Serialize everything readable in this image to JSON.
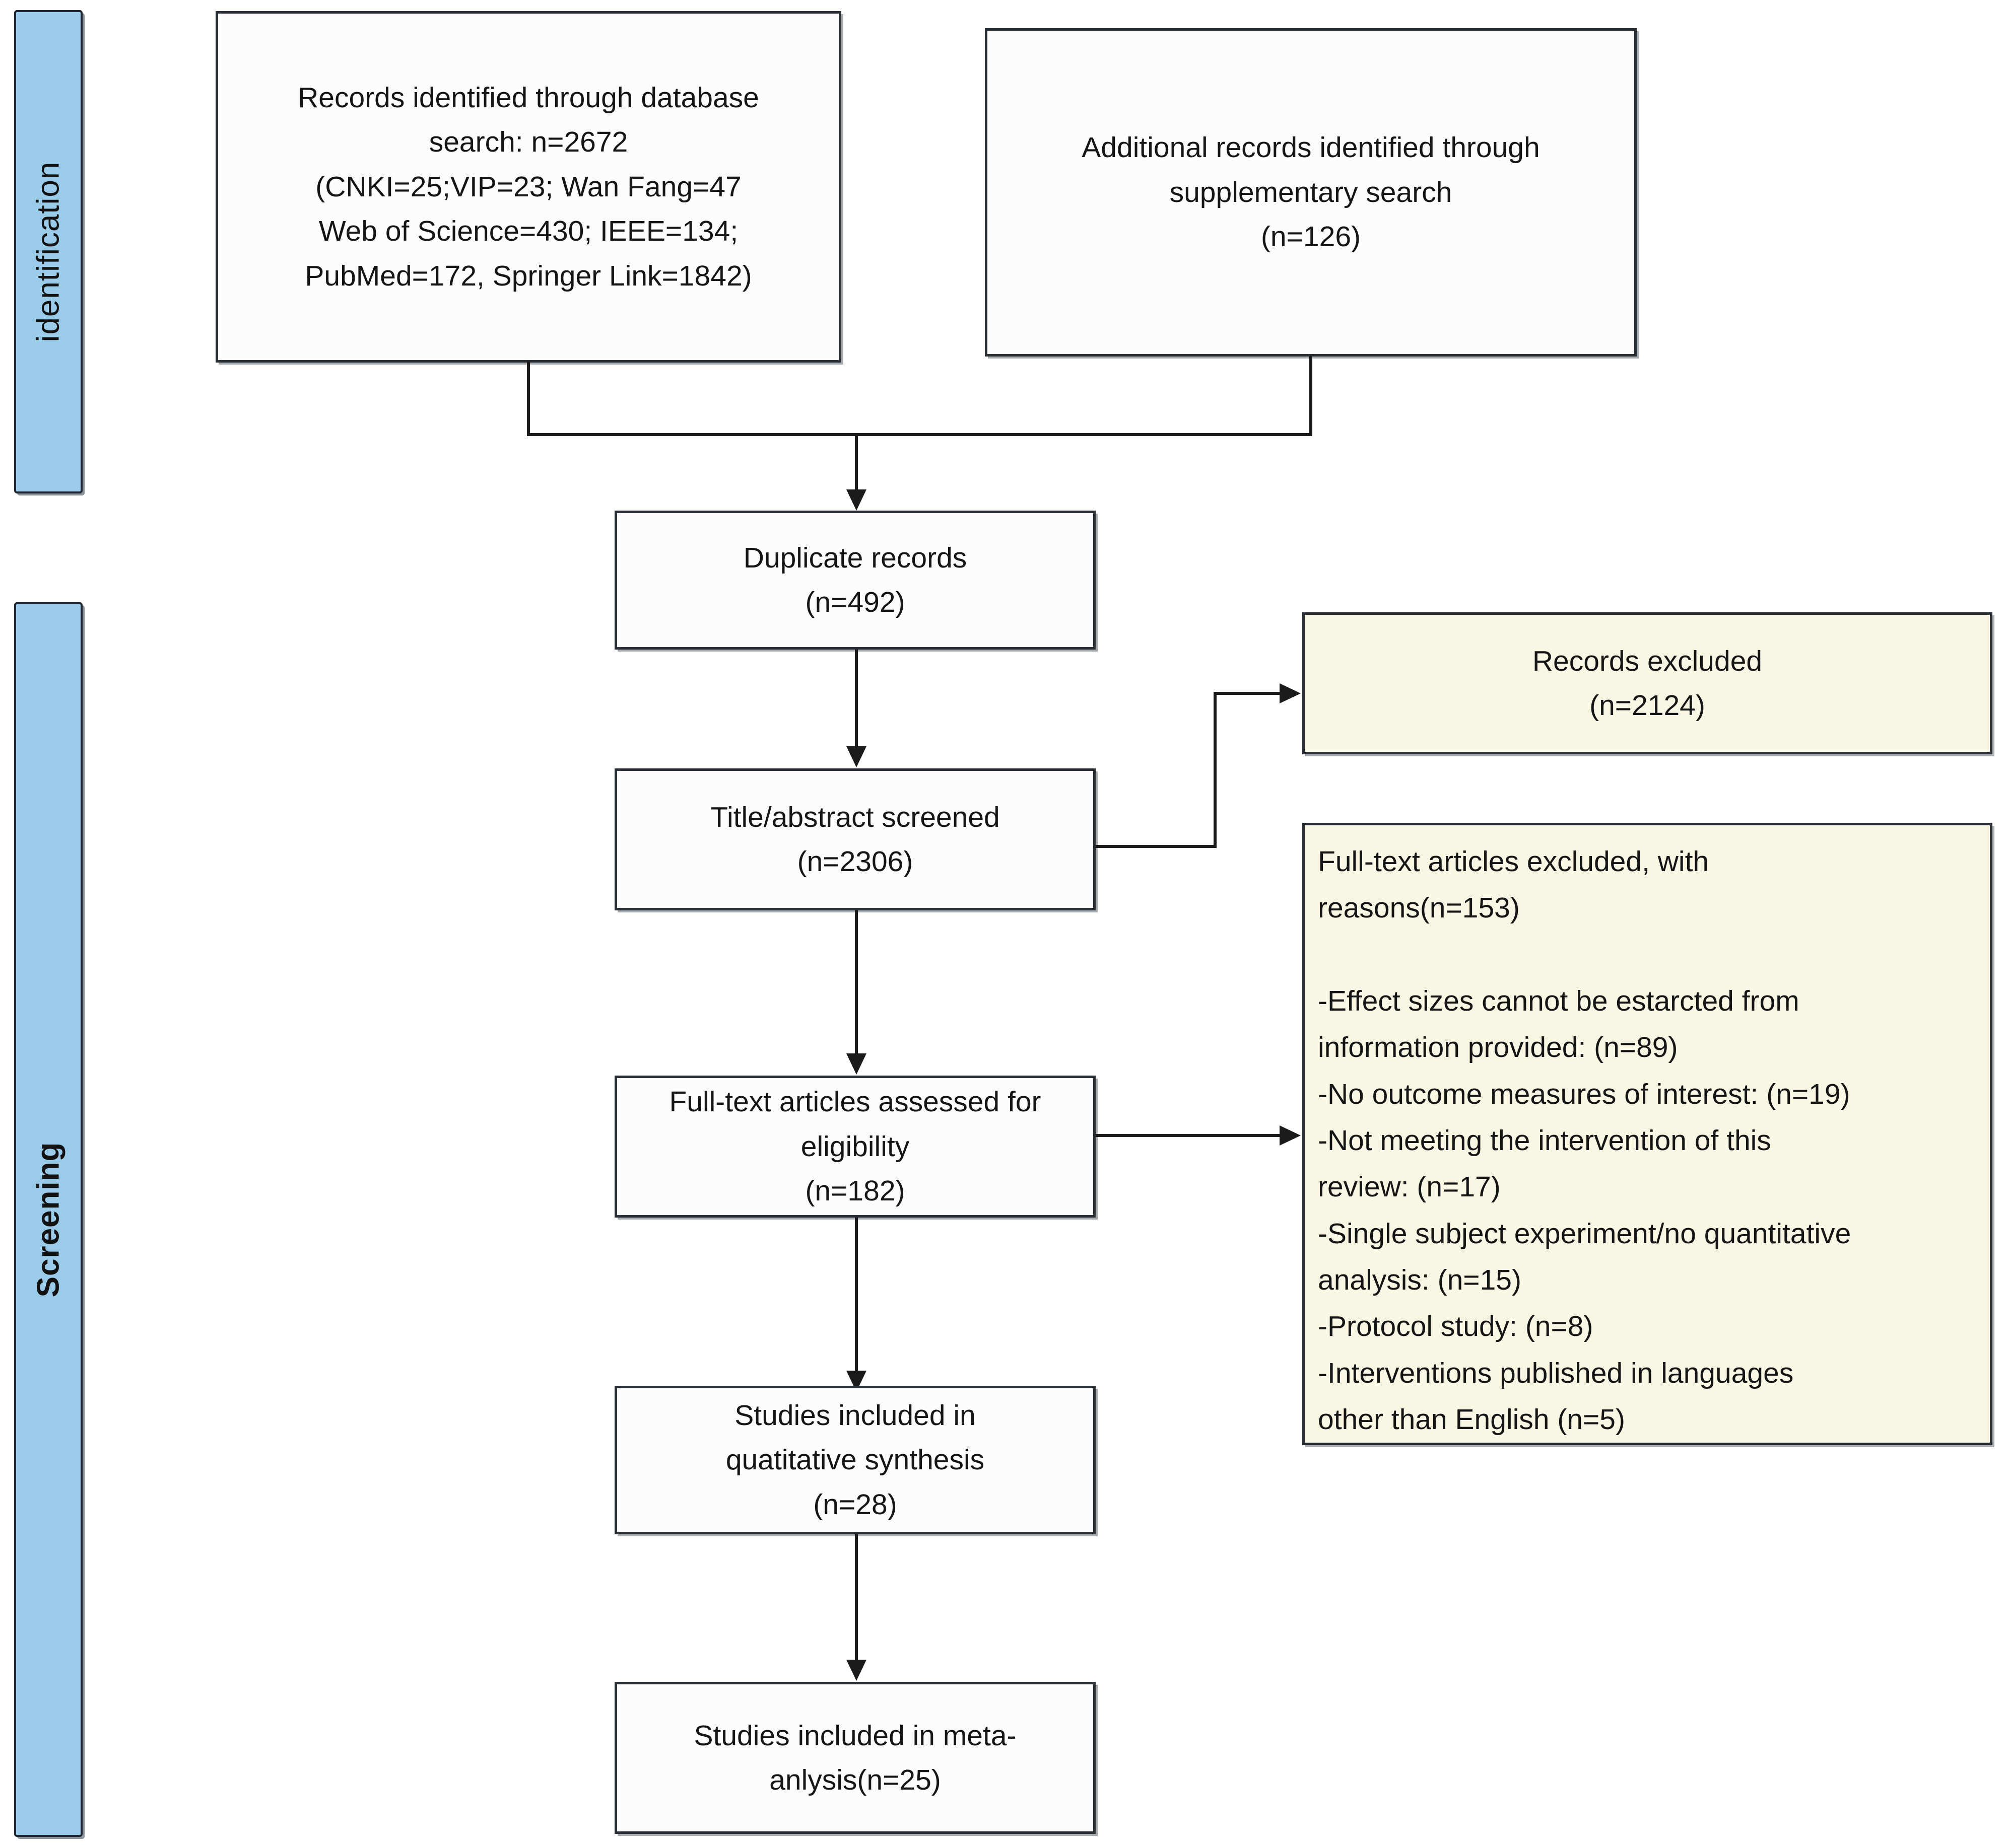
{
  "diagram": {
    "title": "PRISMA study selection flow diagram",
    "colors": {
      "stage_fill": "#9ACCEA",
      "stage_border": "#1C2733",
      "box_fill": "#FCFCFC",
      "box_fill_excluded": "#FAF6E4",
      "box_border": "#2A2F36",
      "connector": "#1B1B1B"
    }
  },
  "stages": [
    {
      "id": "identification",
      "label": "identification"
    },
    {
      "id": "screening",
      "label": "Screening"
    }
  ],
  "boxes": {
    "database_search": {
      "text": "Records identified through database\nsearch: n=2672\n(CNKI=25;VIP=23; Wan Fang=47\nWeb of Science=430; IEEE=134;\nPubMed=172, Springer Link=1842)"
    },
    "supplementary_search": {
      "text": "Additional records identified through\nsupplementary search\n(n=126)"
    },
    "duplicate_records": {
      "text": "Duplicate records\n(n=492)"
    },
    "title_abstract_screened": {
      "text": "Title/abstract screened\n(n=2306)"
    },
    "records_excluded": {
      "text": "Records excluded\n(n=2124)"
    },
    "fulltext_assessed": {
      "text": "Full-text articles assessed for\neligibility\n(n=182)"
    },
    "fulltext_excluded": {
      "text": "Full-text articles excluded, with\nreasons(n=153)\n\n-Effect sizes cannot be estarcted from\ninformation provided: (n=89)\n-No outcome measures of interest: (n=19)\n-Not meeting the intervention of this\nreview: (n=17)\n-Single subject experiment/no quantitative\nanalysis: (n=15)\n-Protocol study: (n=8)\n-Interventions published in languages\nother than English (n=5)"
    },
    "qualitative_synthesis": {
      "text": "Studies included in\nquatitative synthesis\n(n=28)"
    },
    "meta_analysis": {
      "text": "Studies included in meta-\nanlysis(n=25)"
    }
  },
  "flow_data": {
    "identified_database": 2672,
    "sources": {
      "CNKI": 25,
      "VIP": 23,
      "Wan Fang": 47,
      "Web of Science": 430,
      "IEEE": 134,
      "PubMed": 172,
      "Springer Link": 1842
    },
    "identified_supplementary": 126,
    "duplicates_removed": 492,
    "screened": 2306,
    "excluded_screening": 2124,
    "fulltext_assessed": 182,
    "fulltext_excluded_total": 153,
    "fulltext_exclusion_reasons": [
      {
        "reason": "Effect sizes cannot be estarcted from information provided",
        "n": 89
      },
      {
        "reason": "No outcome measures of interest",
        "n": 19
      },
      {
        "reason": "Not meeting the intervention of this review",
        "n": 17
      },
      {
        "reason": "Single subject experiment/no quantitative analysis",
        "n": 15
      },
      {
        "reason": "Protocol study",
        "n": 8
      },
      {
        "reason": "Interventions published in languages other than English",
        "n": 5
      }
    ],
    "included_qualitative": 28,
    "included_meta_analysis": 25
  }
}
